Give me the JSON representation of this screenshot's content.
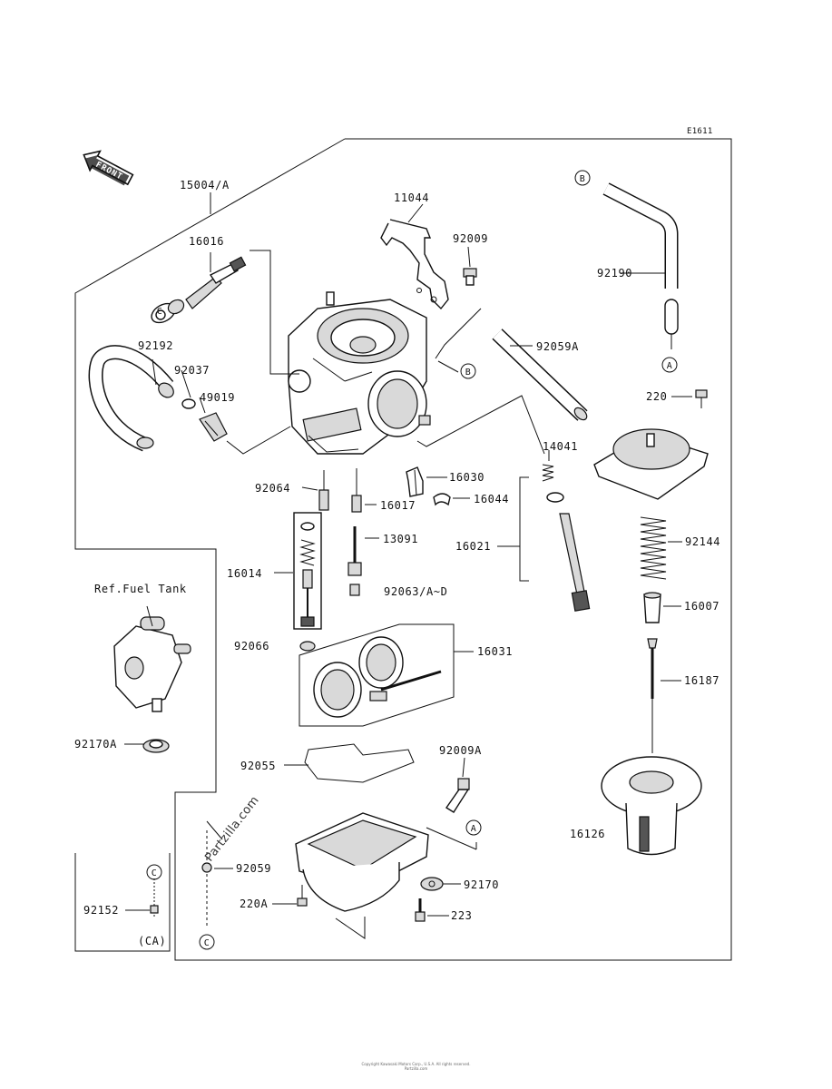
{
  "diagram_code": "E1611",
  "front_label": "FRONT",
  "watermark": "Partzilla.com",
  "ref_fuel_tank": "Ref.Fuel Tank",
  "ca_label": "(CA)",
  "circle_labels": {
    "a": "A",
    "b": "B",
    "c": "C"
  },
  "parts": {
    "p15004": "15004/A",
    "p16016": "16016",
    "p11044": "11044",
    "p92009": "92009",
    "p92190": "92190",
    "p92059A": "92059A",
    "p92192": "92192",
    "p92037": "92037",
    "p49019": "49019",
    "p220": "220",
    "p14041": "14041",
    "p92064": "92064",
    "p16017": "16017",
    "p16030": "16030",
    "p16044": "16044",
    "p13091": "13091",
    "p16021": "16021",
    "p92144": "92144",
    "p16014": "16014",
    "p92063": "92063/A~D",
    "p16007": "16007",
    "p92066": "92066",
    "p16031": "16031",
    "p16187": "16187",
    "p92170A": "92170A",
    "p92055": "92055",
    "p92009A": "92009A",
    "p16126": "16126",
    "p92059": "92059",
    "p92170": "92170",
    "p92152": "92152",
    "p220A": "220A",
    "p223": "223"
  },
  "footer": {
    "line1": "Copyright Kawasaki Motors Corp., U.S.A. All rights reserved.",
    "line2": "Partzilla.com"
  }
}
